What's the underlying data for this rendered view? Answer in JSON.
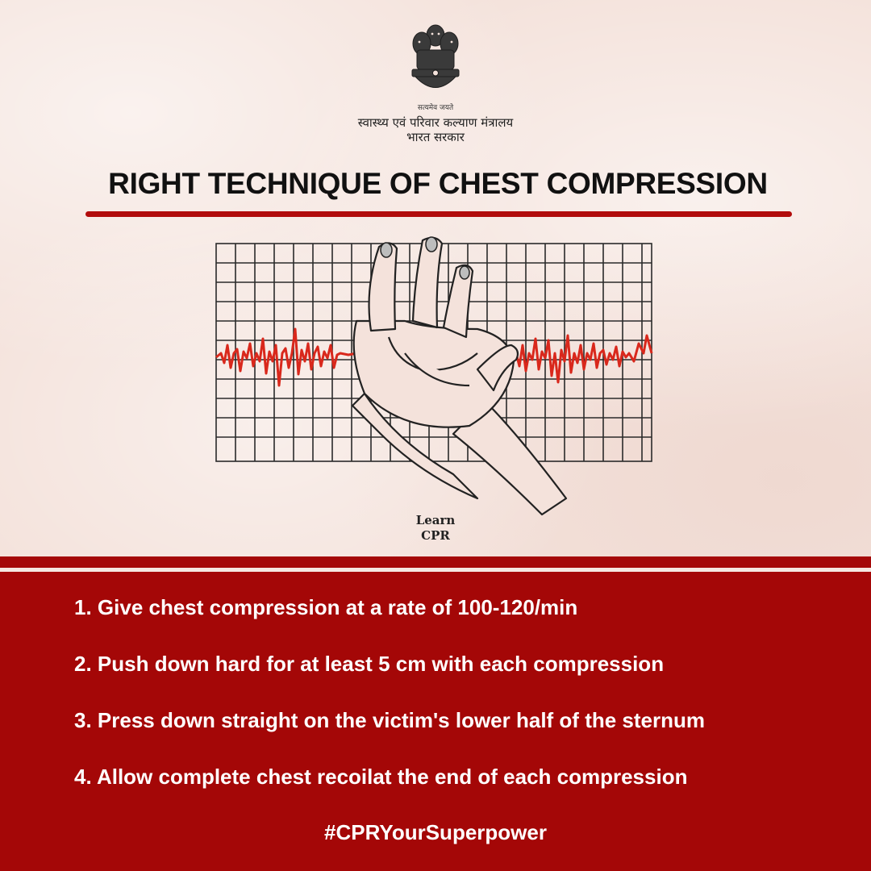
{
  "header": {
    "emblem_icon": "state-emblem-of-india-icon",
    "motto": "सत्यमेव जयते",
    "ministry_line1": "स्वास्थ्य एवं परिवार कल्याण मंत्रालय",
    "ministry_line2": "भारत सरकार"
  },
  "title": "RIGHT TECHNIQUE OF CHEST COMPRESSION",
  "illustration": {
    "icon": "hands-on-ecg-grid-icon",
    "caption_line1": "Learn",
    "caption_line2": "CPR"
  },
  "steps": [
    "1. Give chest compression at a rate of 100-120/min",
    "2. Push down hard for at least 5 cm with each compression",
    "3. Press down straight on the victim's lower half of the sternum",
    "4. Allow complete chest recoilat the end of each compression"
  ],
  "hashtag": "#CPRYourSuperpower",
  "colors": {
    "accent_red": "#a40707",
    "background": "#f6e7e1",
    "ecg_red": "#d9281c"
  }
}
